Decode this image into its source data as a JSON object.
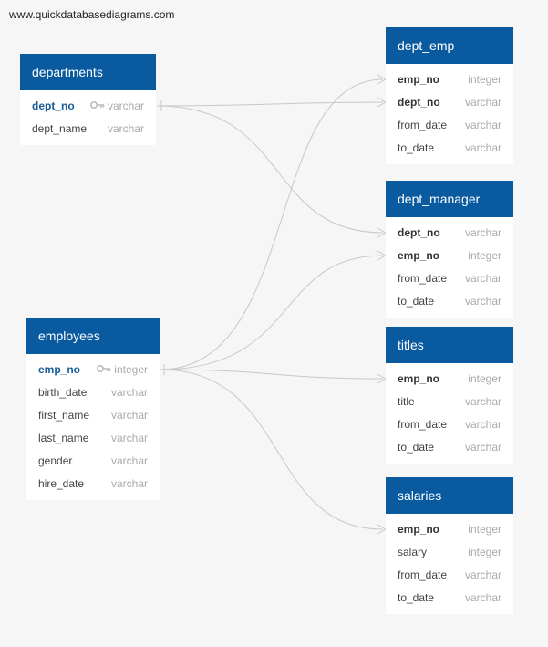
{
  "watermark": "www.quickdatabasediagrams.com",
  "tables": {
    "departments": {
      "title": "departments",
      "fields": [
        {
          "name": "dept_no",
          "type": "varchar"
        },
        {
          "name": "dept_name",
          "type": "varchar"
        }
      ]
    },
    "employees": {
      "title": "employees",
      "fields": [
        {
          "name": "emp_no",
          "type": "integer"
        },
        {
          "name": "birth_date",
          "type": "varchar"
        },
        {
          "name": "first_name",
          "type": "varchar"
        },
        {
          "name": "last_name",
          "type": "varchar"
        },
        {
          "name": "gender",
          "type": "varchar"
        },
        {
          "name": "hire_date",
          "type": "varchar"
        }
      ]
    },
    "dept_emp": {
      "title": "dept_emp",
      "fields": [
        {
          "name": "emp_no",
          "type": "integer"
        },
        {
          "name": "dept_no",
          "type": "varchar"
        },
        {
          "name": "from_date",
          "type": "varchar"
        },
        {
          "name": "to_date",
          "type": "varchar"
        }
      ]
    },
    "dept_manager": {
      "title": "dept_manager",
      "fields": [
        {
          "name": "dept_no",
          "type": "varchar"
        },
        {
          "name": "emp_no",
          "type": "integer"
        },
        {
          "name": "from_date",
          "type": "varchar"
        },
        {
          "name": "to_date",
          "type": "varchar"
        }
      ]
    },
    "titles": {
      "title": "titles",
      "fields": [
        {
          "name": "emp_no",
          "type": "integer"
        },
        {
          "name": "title",
          "type": "varchar"
        },
        {
          "name": "from_date",
          "type": "varchar"
        },
        {
          "name": "to_date",
          "type": "varchar"
        }
      ]
    },
    "salaries": {
      "title": "salaries",
      "fields": [
        {
          "name": "emp_no",
          "type": "integer"
        },
        {
          "name": "salary",
          "type": "integer"
        },
        {
          "name": "from_date",
          "type": "varchar"
        },
        {
          "name": "to_date",
          "type": "varchar"
        }
      ]
    }
  },
  "icons": {
    "primary_key": "key-icon"
  },
  "colors": {
    "header": "#0a5aa0",
    "pk_text": "#1a5c96",
    "link": "#c8c8c8",
    "background": "#f5f6f5"
  }
}
